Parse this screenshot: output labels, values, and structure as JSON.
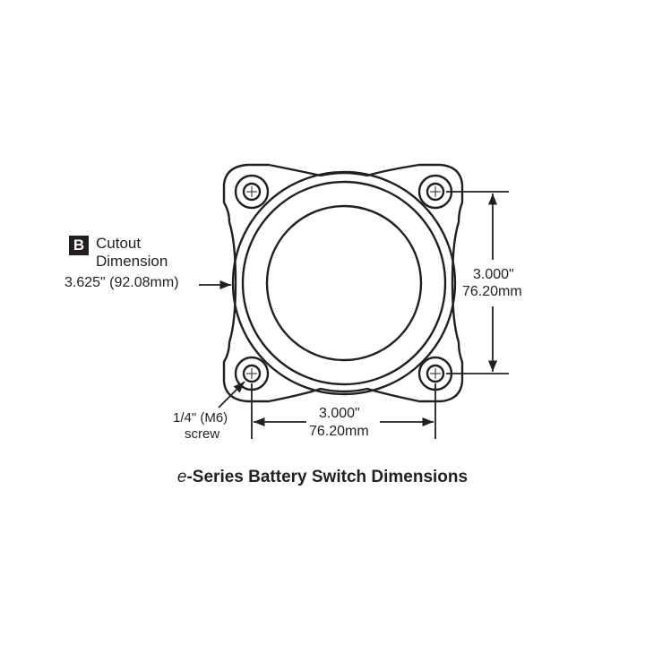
{
  "diagram": {
    "title_prefix": "e",
    "title": "-Series Battery Switch Dimensions",
    "cutout": {
      "badge": "B",
      "label_line1": "Cutout",
      "label_line2": "Dimension",
      "value": "3.625\" (92.08mm)"
    },
    "screw": {
      "line1": "1/4\" (M6)",
      "line2": "screw"
    },
    "vertical_spacing": {
      "inches": "3.000\"",
      "mm": "76.20mm"
    },
    "horizontal_spacing": {
      "inches": "3.000\"",
      "mm": "76.20mm"
    },
    "colors": {
      "line": "#231f20",
      "background": "#ffffff"
    }
  }
}
